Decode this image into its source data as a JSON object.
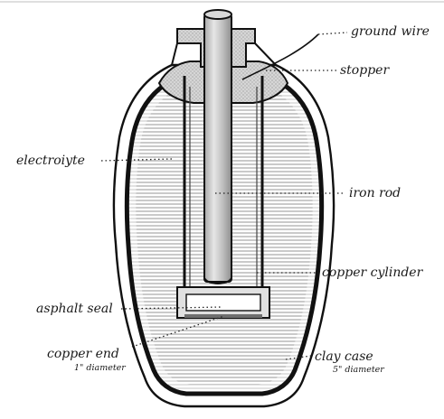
{
  "labels": {
    "ground_wire": "ground wire",
    "stopper": "stopper",
    "electrolyte": "electroiyte",
    "iron_rod": "iron rod",
    "copper_cylinder": "copper cylinder",
    "asphalt_seal": "asphalt seal",
    "copper_end": "copper end",
    "copper_end_size": "1\" diameter",
    "clay_case": "clay case",
    "clay_case_size": "5\" diameter"
  },
  "colors": {
    "ink": "#1a1a1a",
    "clay": "#ffffff",
    "electrolyte_lines": "#9a9a9a",
    "rod": "#bdbdbd",
    "stopper": "#cfcfcf",
    "asphalt": "#6e6e6e"
  }
}
